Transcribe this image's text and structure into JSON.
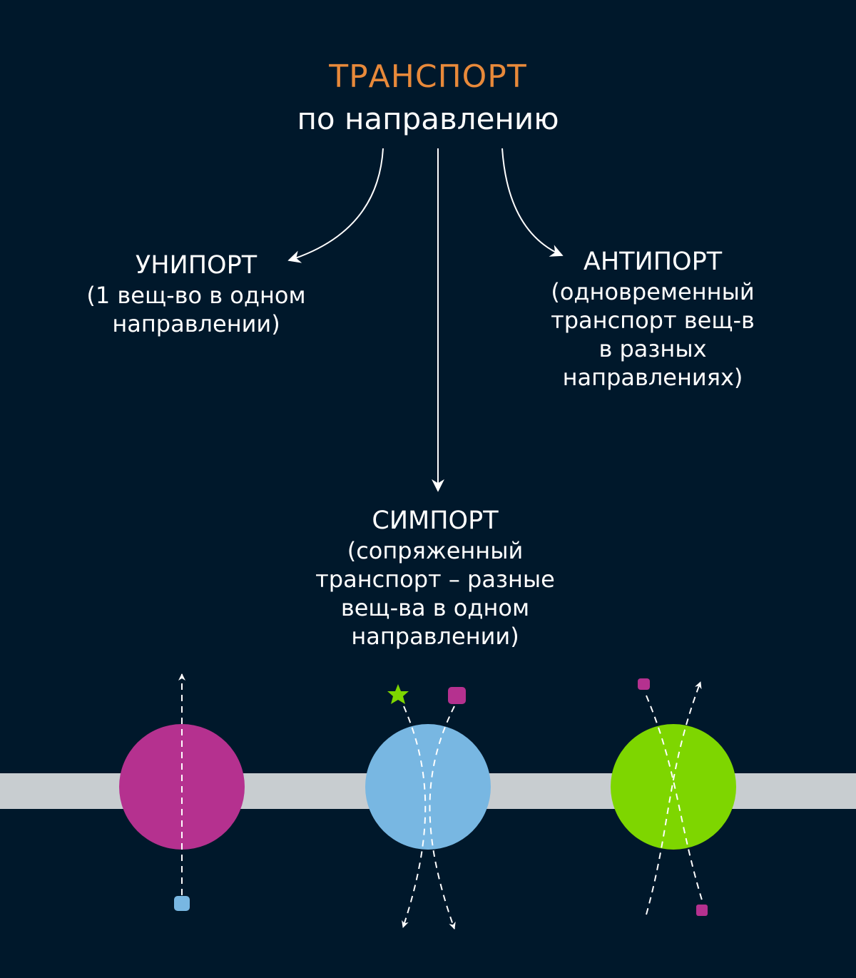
{
  "header": {
    "title": "ТРАНСПОРТ",
    "subtitle": "по направлению"
  },
  "types": {
    "uniport": {
      "label": "УНИПОРТ",
      "description": "(1 вещ-во в одном\nнаправлении)"
    },
    "antiport": {
      "label": "АНТИПОРТ",
      "description": "(одновременный\nтранспорт вещ-в\nв разных\nнаправлениях)"
    },
    "symport": {
      "label": "СИМПОРТ",
      "description": "(сопряженный\nтранспорт – разные\nвещ-ва в одном\nнаправлении)"
    }
  },
  "colors": {
    "background": "#00182b",
    "title_accent": "#e8893a",
    "text": "#ffffff",
    "membrane": "#c8cdd0",
    "uniport_carrier": "#b5318f",
    "symport_carrier": "#78b7e2",
    "antiport_carrier": "#7ed600",
    "magenta_molecule": "#b5318f",
    "blue_molecule": "#78b7e2",
    "green_star_molecule": "#7ed600"
  },
  "icons": {
    "star_molecule": "star-icon",
    "square_molecule": "rounded-square-icon"
  }
}
